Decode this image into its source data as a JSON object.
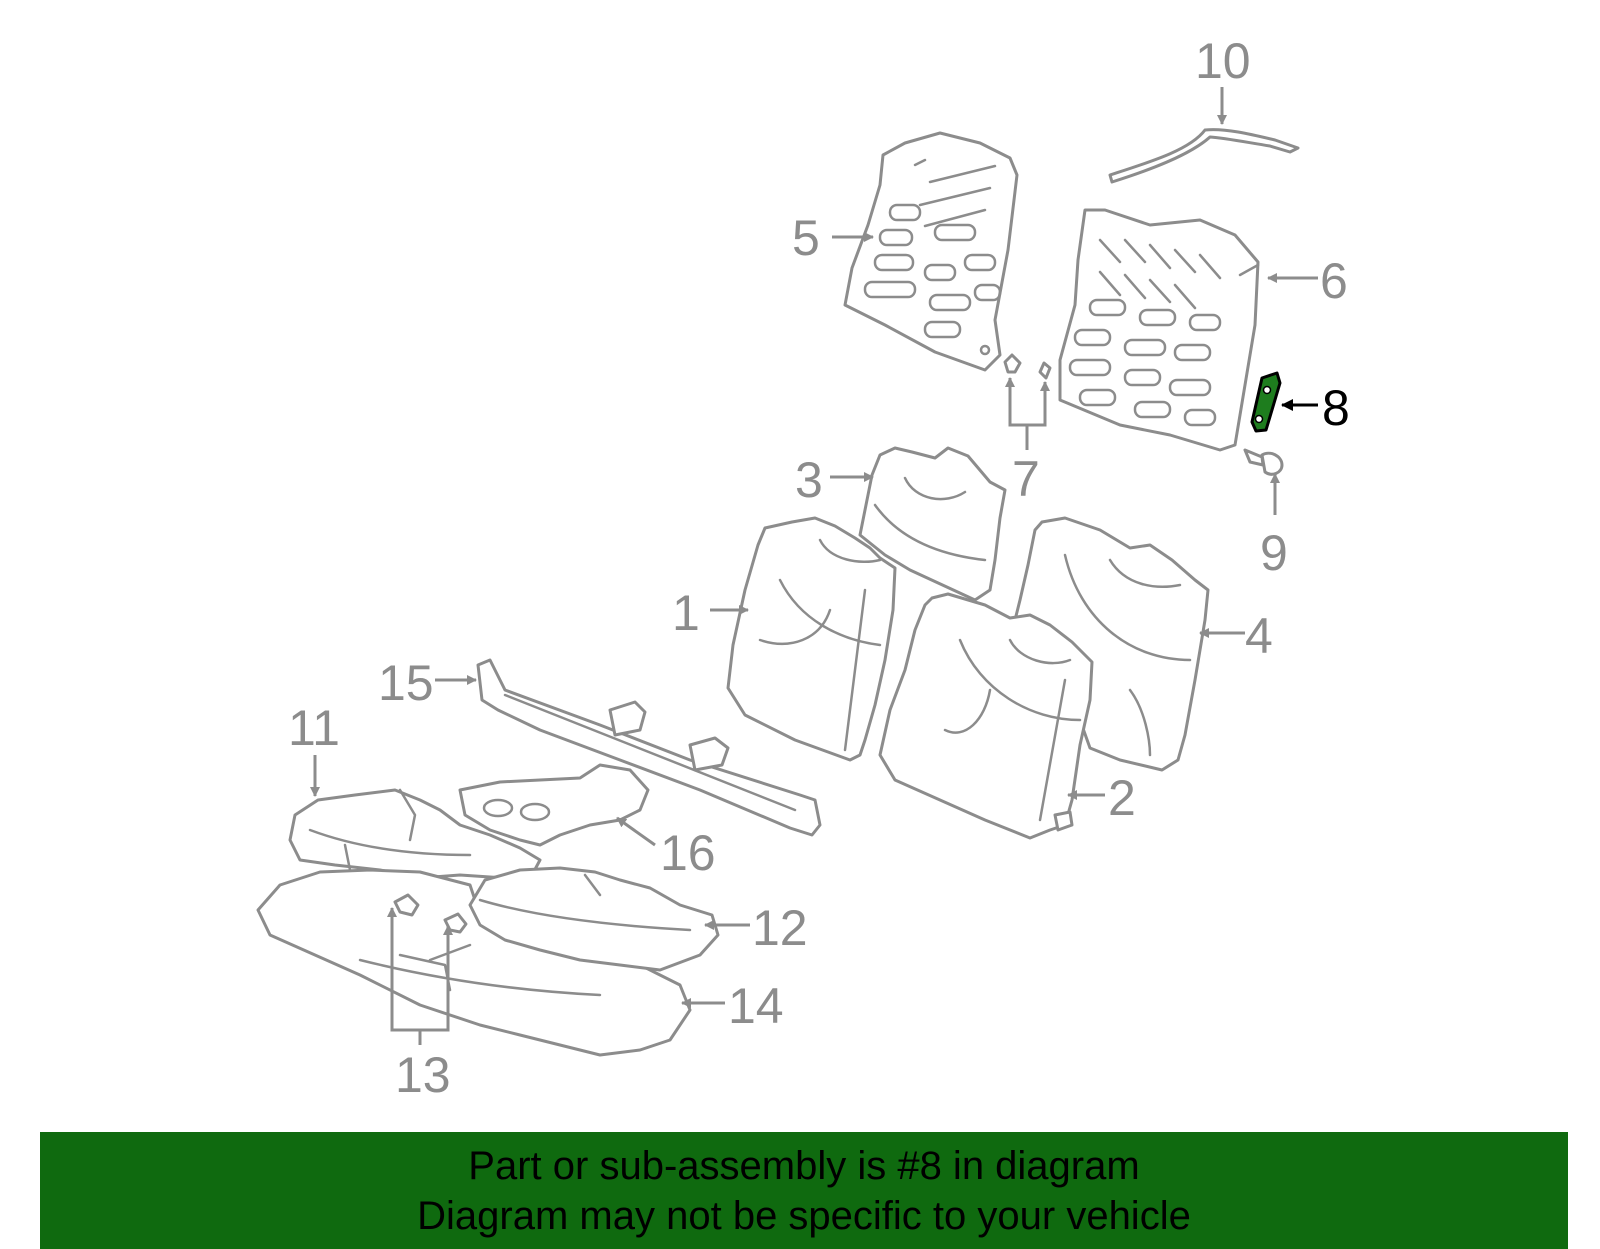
{
  "callouts": {
    "c1": "1",
    "c2": "2",
    "c3": "3",
    "c4": "4",
    "c5": "5",
    "c6": "6",
    "c7": "7",
    "c8": "8",
    "c9": "9",
    "c10": "10",
    "c11": "11",
    "c12": "12",
    "c13": "13",
    "c14": "14",
    "c15": "15",
    "c16": "16"
  },
  "highlight": {
    "part": "8",
    "color": "#1e7d1e",
    "banner_color": "#0f6a0f"
  },
  "banner": {
    "line1": "Part or sub-assembly is #8 in diagram",
    "line2": "Diagram may not be specific to your vehicle"
  }
}
